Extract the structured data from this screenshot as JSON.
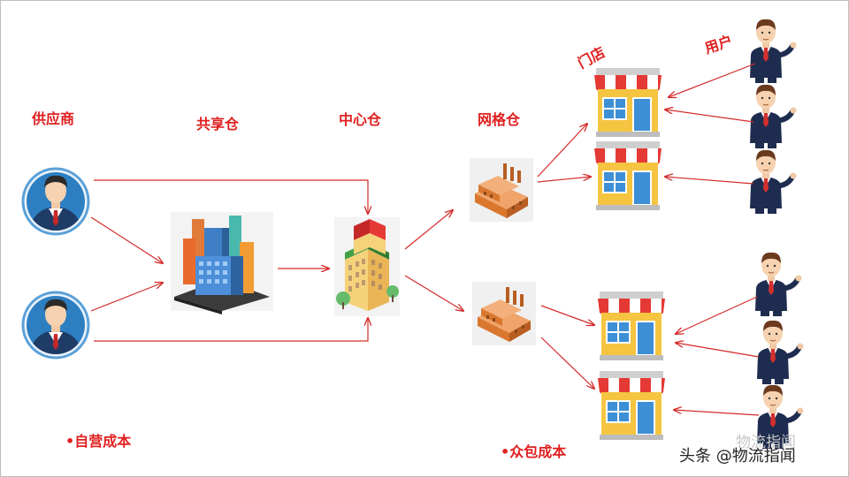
{
  "labels": {
    "supplier": "供应商",
    "shared_warehouse": "共享仓",
    "central_warehouse": "中心仓",
    "grid_warehouse": "网格仓",
    "store": "门店",
    "user": "用户",
    "self_operated_cost": "•自营成本",
    "crowdsourcing_cost": "•众包成本"
  },
  "watermark": {
    "text": "头条 @物流指闻",
    "ghost_text": "物流指闻"
  },
  "colors": {
    "label_red": "#e02020",
    "arrow_red": "#d42a2a"
  }
}
